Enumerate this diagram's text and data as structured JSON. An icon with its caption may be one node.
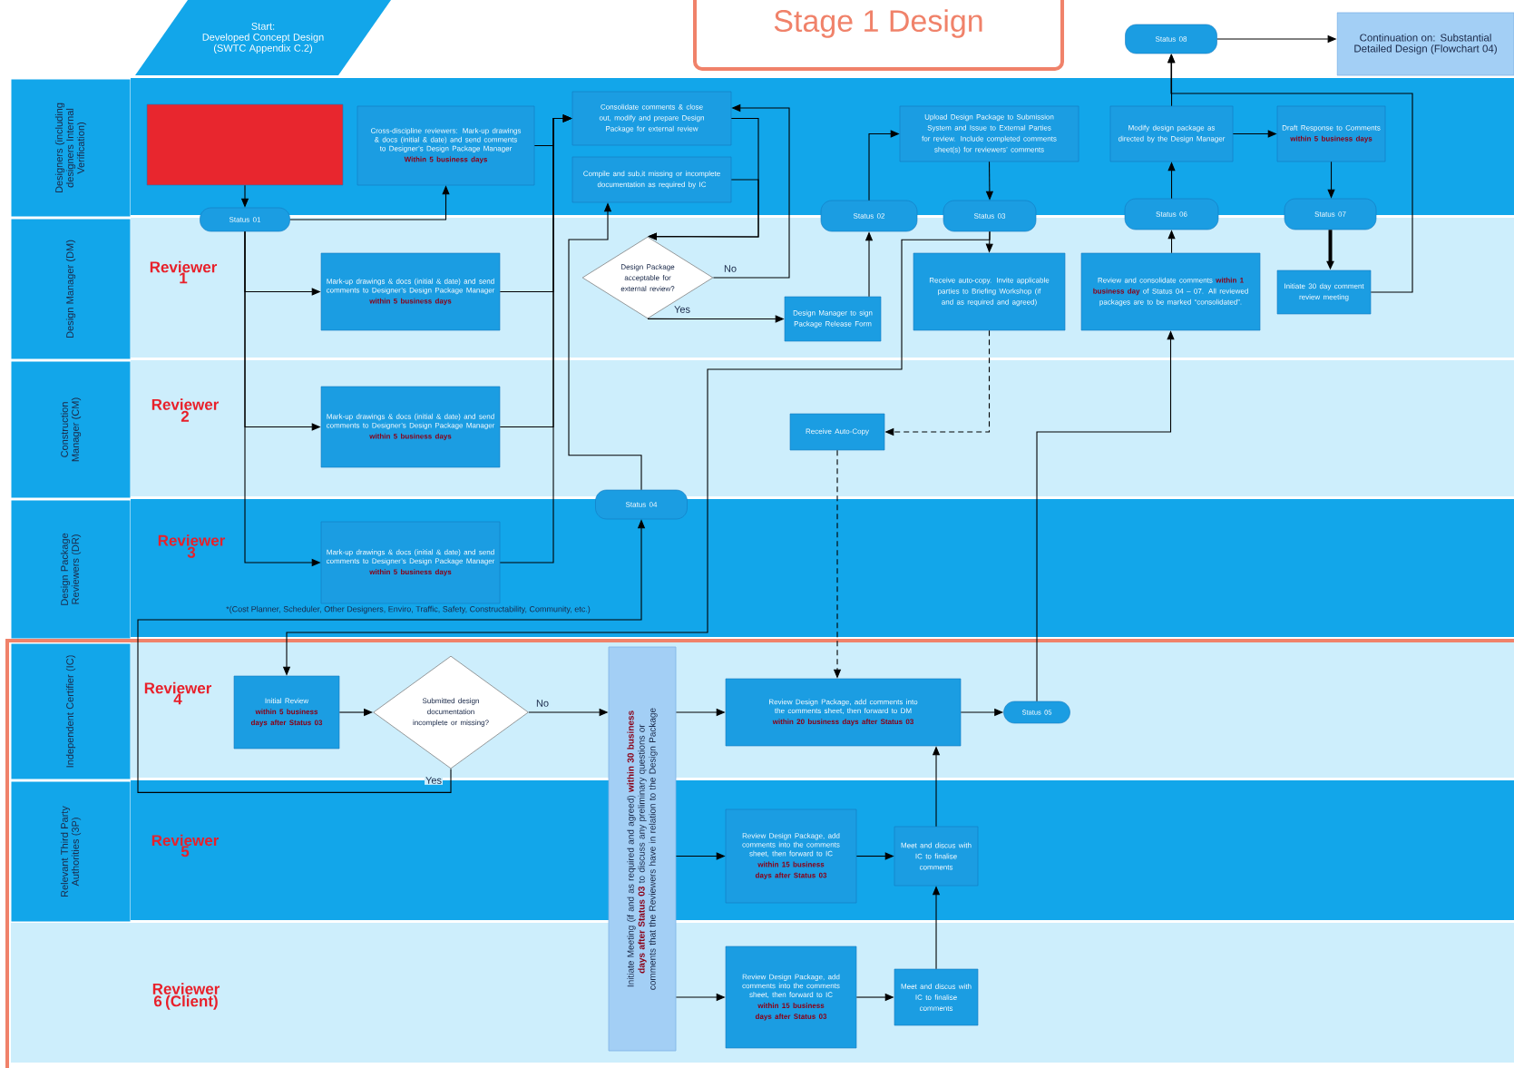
{
  "diagram": {
    "title": "Stage 1 Design",
    "nodes": [
      {
        "text": [
          "Start:",
          "Developed Concept Design (SWTC Appendix C.2)"
        ]
      },
      {
        "text": [
          "Status 08"
        ]
      },
      {
        "text": [
          "Continuation on: Substantial Detailed Design (Flowchart 04)"
        ]
      },
      {
        "text": [
          "Designers (including designers Internal Verification)"
        ]
      },
      {
        "text": [
          "Design Manager (DM)"
        ]
      },
      {
        "text": [
          "Construction Manager (CM)"
        ]
      },
      {
        "text": [
          "Design Package Reviewers (DR)"
        ]
      },
      {
        "text": [
          "Independent Certifier (IC)"
        ]
      },
      {
        "text": [
          "Relevant Third Party Authorities (3P)"
        ]
      },
      {
        "text": [],
        "shape": "box"
      },
      {
        "text": [
          "Cross-discipline reviewers: Mark-up drawings & docs (initial & date) and send comments to Designer’s Design Package Manager",
          "Within 5 business days"
        ]
      },
      {
        "text": [
          "Consolidate comments & close out, modify and prepare Design Package for external review"
        ]
      },
      {
        "text": [
          "Compile and sub,it missing or incomplete documentation as required by IC"
        ]
      },
      {
        "text": [
          "Upload Design Package to Submission System and Issue to External Parties for review. Include completed comments sheet(s) for reviewers’ comments"
        ]
      },
      {
        "text": [
          "Modify design package as directed by the Design Manager"
        ]
      },
      {
        "text": [
          "Draft Response to Comments",
          "within 5 business days"
        ]
      },
      {
        "text": [
          "Status 01"
        ]
      },
      {
        "text": [
          "Status 02"
        ]
      },
      {
        "text": [
          "Status 03"
        ]
      },
      {
        "text": [
          "Status 06"
        ]
      },
      {
        "text": [
          "Status 07"
        ]
      },
      {
        "text": [
          "Mark-up drawings & docs (initial & date) and send comments to Designer’s Design Package Manager",
          "within 5 business days"
        ]
      },
      {
        "text": [
          "Design Package acceptable for external review?"
        ]
      },
      {
        "text": [
          "Design Manager to sign Package Release Form"
        ]
      },
      {
        "text": [
          "Receive auto-copy. Invite applicable parties to Briefing Workshop (if and as required and agreed)"
        ]
      },
      {
        "text": [
          "Review and consolidate comments",
          "within 1 business day",
          "of Status 04 – 07. All reviewed packages are to be marked “consolidated”."
        ]
      },
      {
        "text": [
          "Initiate 30 day comment review meeting"
        ]
      },
      {
        "text": [
          "Mark-up drawings & docs (initial & date) and send comments to Designer’s Design Package Manager",
          "within 5 business days"
        ]
      },
      {
        "text": [
          "Receive Auto-Copy"
        ]
      },
      {
        "text": [
          "Status 04"
        ]
      },
      {
        "text": [
          "Mark-up drawings & docs (initial & date) and send comments to Designer’s Design Package Manager",
          "within 5 business days"
        ]
      },
      {
        "text": [
          "Initial Review",
          "within 5 business days after Status 03"
        ]
      },
      {
        "text": [
          "Submitted design documentation incomplete or missing?"
        ]
      },
      {
        "text": [
          "Initiate Meeting (if and as required and agreed)",
          "within 30 business days after Status 03",
          "to discuss any preliminary questions or comments that the Reviewers have in relation to the Design Package"
        ]
      },
      {
        "text": [
          "Review Design Package, add comments into the comments sheet, then forward to DM",
          "within 20 business days after Status 03"
        ]
      },
      {
        "text": [
          "Status 05"
        ]
      },
      {
        "text": [
          "Review Design Package, add comments into the comments sheet, then forward to IC",
          "within 15 business days after Status 03"
        ]
      },
      {
        "text": [
          "Meet and discus with IC to finalise comments"
        ]
      },
      {
        "text": [
          "Review Design Package, add comments into the comments sheet, then forward to IC",
          "within 15 business days after Status 03"
        ]
      },
      {
        "text": [
          "Meet and discus with IC to finalise comments"
        ]
      }
    ],
    "edges": [
      {
        "from": 9,
        "to": 16,
        "arrow": "to"
      },
      {
        "from": 16,
        "to": 10,
        "arrow": "to"
      },
      {
        "from": 16,
        "to": 21,
        "arrow": "to"
      },
      {
        "from": 16,
        "to": 27,
        "arrow": "to"
      },
      {
        "from": 16,
        "to": 30,
        "arrow": "to"
      },
      {
        "from": 10,
        "to": 11,
        "arrow": "to"
      },
      {
        "from": 21,
        "to": 11,
        "arrow": "to"
      },
      {
        "from": 27,
        "to": 11,
        "arrow": "to"
      },
      {
        "from": 30,
        "to": 11,
        "arrow": "to"
      },
      {
        "from": 11,
        "to": 22,
        "arrow": "to"
      },
      {
        "from": 12,
        "to": 22,
        "arrow": "to"
      },
      {
        "from": 22,
        "to": 11,
        "arrow": "to",
        "label": "No"
      },
      {
        "from": 22,
        "to": 23,
        "arrow": "to",
        "label": "Yes"
      },
      {
        "from": 23,
        "to": 17,
        "arrow": "to"
      },
      {
        "from": 17,
        "to": 13,
        "arrow": "to"
      },
      {
        "from": 13,
        "to": 18,
        "arrow": "to"
      },
      {
        "from": 18,
        "to": 24,
        "arrow": "to"
      },
      {
        "from": 24,
        "to": 28,
        "arrow": "to",
        "style": "dashed"
      },
      {
        "from": 28,
        "to": 34,
        "arrow": "to",
        "style": "dashed"
      },
      {
        "from": 18,
        "to": 31,
        "arrow": "to"
      },
      {
        "from": 32,
        "to": 29,
        "arrow": "to",
        "label": "Yes"
      },
      {
        "from": 29,
        "to": 12,
        "arrow": "to"
      },
      {
        "from": 31,
        "to": 32,
        "arrow": "to"
      },
      {
        "from": 32,
        "to": 33,
        "arrow": "to",
        "label": "No"
      },
      {
        "from": 33,
        "to": 34,
        "arrow": "to"
      },
      {
        "from": 33,
        "to": 36,
        "arrow": "to"
      },
      {
        "from": 33,
        "to": 38,
        "arrow": "to"
      },
      {
        "from": 34,
        "to": 35,
        "arrow": "to"
      },
      {
        "from": 35,
        "to": 25,
        "arrow": "to"
      },
      {
        "from": 36,
        "to": 37,
        "arrow": "to"
      },
      {
        "from": 38,
        "to": 39,
        "arrow": "to"
      },
      {
        "from": 39,
        "to": 37,
        "arrow": "to"
      },
      {
        "from": 37,
        "to": 34,
        "arrow": "to"
      },
      {
        "from": 25,
        "to": 19,
        "arrow": "to"
      },
      {
        "from": 19,
        "to": 14,
        "arrow": "to"
      },
      {
        "from": 14,
        "to": 15,
        "arrow": "to"
      },
      {
        "from": 15,
        "to": 20,
        "arrow": "to"
      },
      {
        "from": 20,
        "to": 26,
        "arrow": "to",
        "style": "thick"
      },
      {
        "from": 26,
        "to": 1,
        "arrow": "to"
      },
      {
        "from": 14,
        "to": 1,
        "arrow": "to"
      },
      {
        "from": 1,
        "to": 2,
        "arrow": "to"
      }
    ],
    "labels": [
      "Reviewer 1",
      "Reviewer 2",
      "Reviewer 3",
      "*(Cost Planner, Scheduler, Other Designers, Enviro, Traffic, Safety, Constructability, Community, etc.)",
      "Reviewer 4",
      "Reviewer 5",
      "Reviewer 6 (Client)"
    ]
  }
}
